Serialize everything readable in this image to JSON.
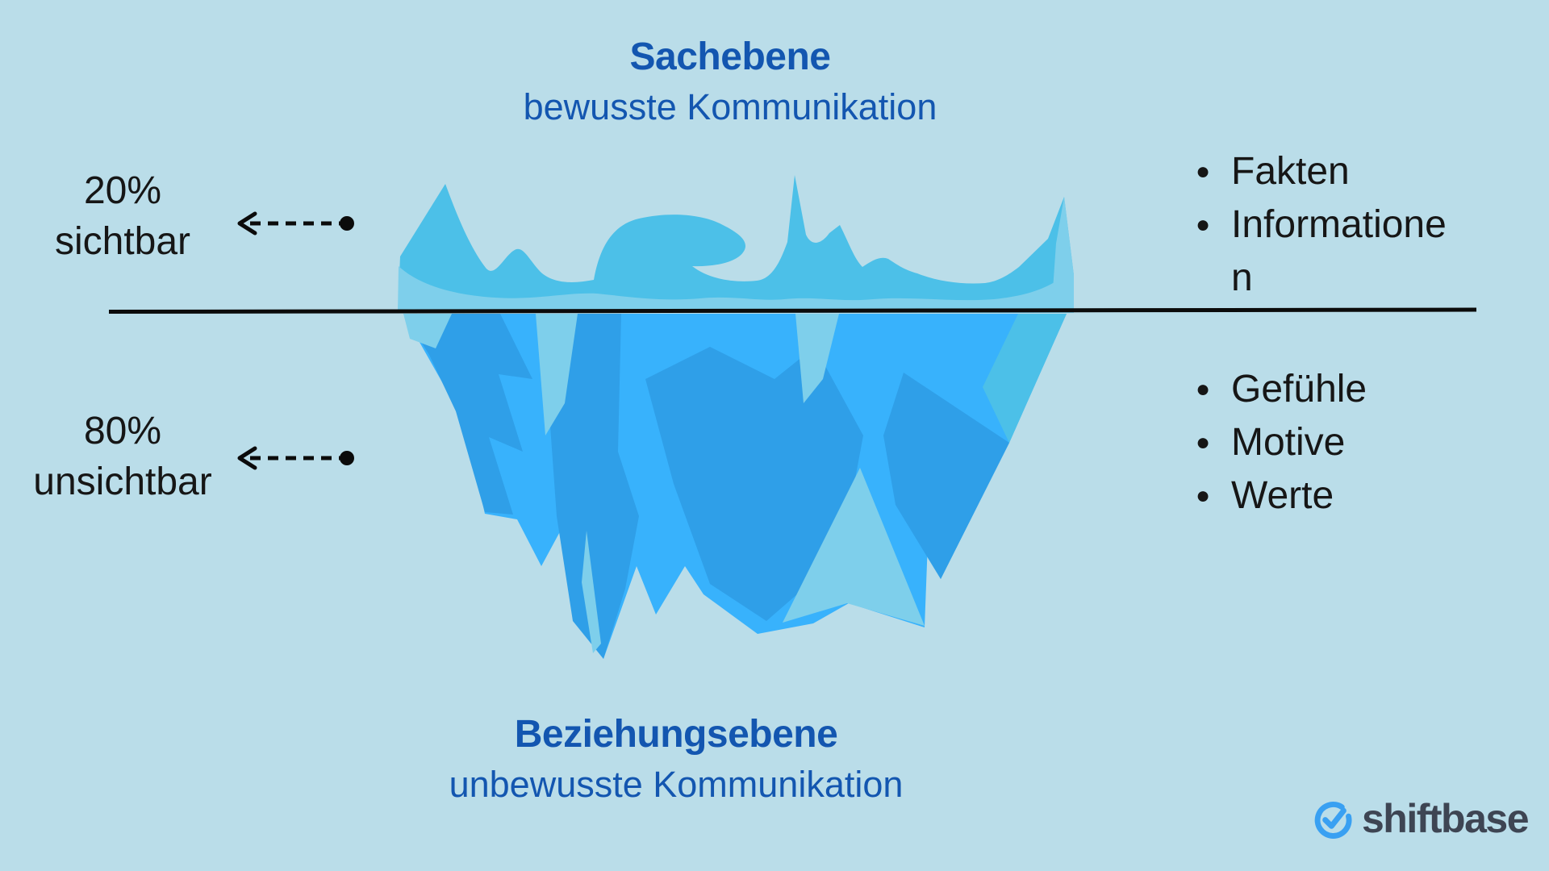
{
  "top_section": {
    "title": "Sachebene",
    "subtitle": "bewusste Kommunikation"
  },
  "bottom_section": {
    "title": "Beziehungsebene",
    "subtitle": "unbewusste Kommunikation"
  },
  "annotations": {
    "visible": {
      "percent": "20%",
      "label": "sichtbar"
    },
    "invisible": {
      "percent": "80%",
      "label": "unsichtbar"
    }
  },
  "lists": {
    "bullet_glyph": "●",
    "conscious_items": [
      "Fakten",
      "Informationen"
    ],
    "unconscious_items": [
      "Gefühle",
      "Motive",
      "Werte"
    ]
  },
  "logo": {
    "text": "shiftbase"
  },
  "colors": {
    "background": "#badde9",
    "ice_light": "#7ecfeb",
    "ice_medium": "#4cc0e8",
    "ice_bright": "#38b2fc",
    "ice_dark": "#2f9fe8",
    "waterline": "#0b0b0b",
    "heading_blue": "#1356b0",
    "text_black": "#161616",
    "logo_blue": "#39a0f2",
    "logo_text": "#3e4553"
  }
}
